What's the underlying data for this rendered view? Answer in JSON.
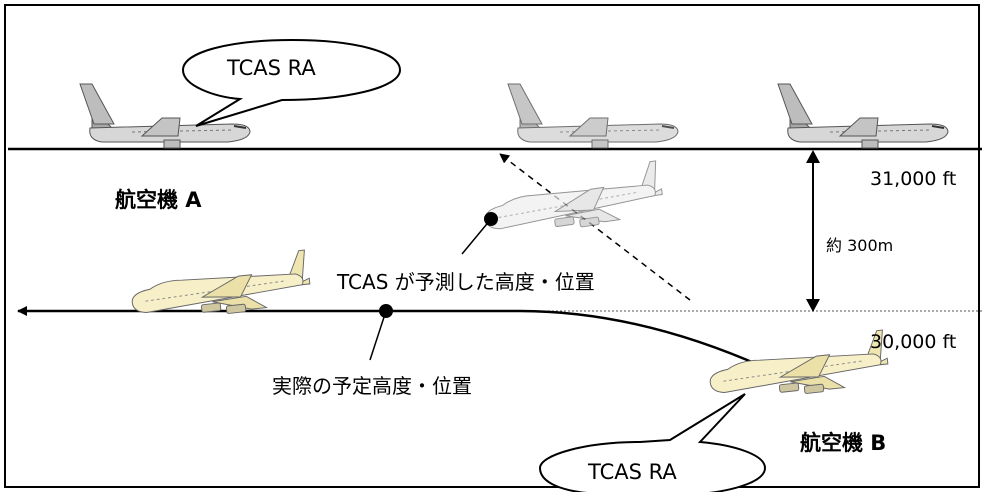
{
  "aircraft_a": {
    "label": "航空機 A"
  },
  "aircraft_b": {
    "label": "航空機 B"
  },
  "callout_a": {
    "text": "TCAS RA"
  },
  "callout_b": {
    "text": "TCAS RA"
  },
  "altitude_upper": {
    "text": "31,000 ft"
  },
  "altitude_lower": {
    "text": "30,000 ft"
  },
  "separation": {
    "text": "約 300m"
  },
  "predicted_position": {
    "text": "TCAS が予測した高度・位置"
  },
  "actual_position": {
    "text": "実際の予定高度・位置"
  },
  "colors": {
    "jumbo_body": "#f6efc8",
    "twin_body": "#d7d7d7",
    "line": "#000000"
  },
  "icons": [
    "airplane-icon",
    "speech-bubble-icon",
    "double-arrow-icon"
  ]
}
